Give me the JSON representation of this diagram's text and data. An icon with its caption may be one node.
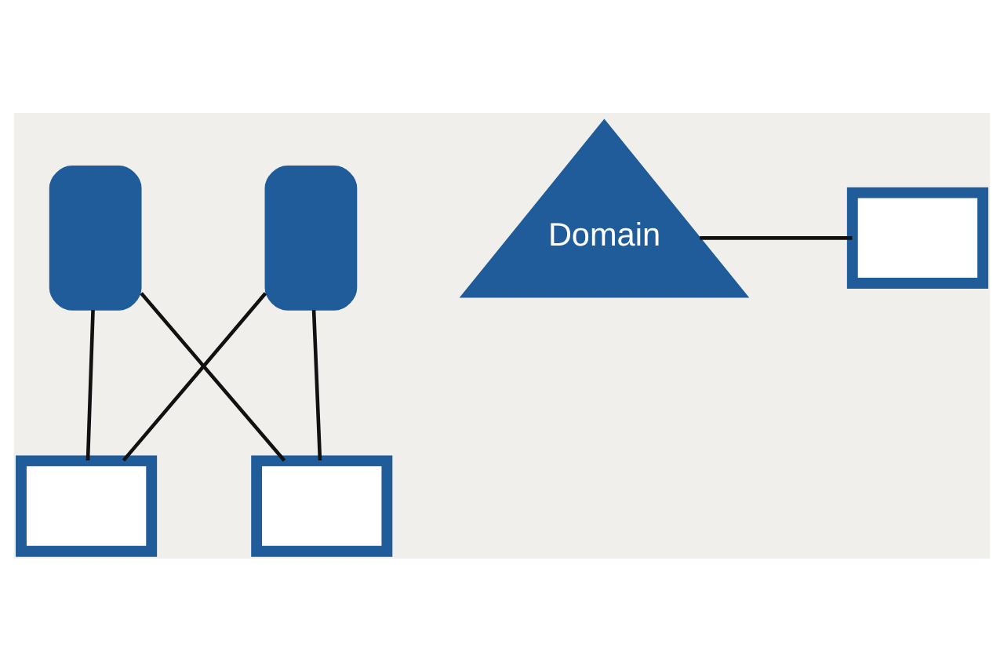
{
  "diagram": {
    "nodes": [
      {
        "text": [],
        "shape": "server"
      },
      {
        "text": [],
        "shape": "server"
      },
      {
        "text": [
          "Domain"
        ]
      },
      {
        "text": [],
        "shape": "monitor"
      },
      {
        "text": [],
        "shape": "monitor"
      },
      {
        "text": [],
        "shape": "monitor"
      }
    ],
    "edges": [
      {
        "from": 0,
        "to": 4,
        "arrow": "none"
      },
      {
        "from": 0,
        "to": 5,
        "arrow": "none"
      },
      {
        "from": 1,
        "to": 4,
        "arrow": "none"
      },
      {
        "from": 1,
        "to": 5,
        "arrow": "none"
      },
      {
        "from": 2,
        "to": 3,
        "arrow": "none"
      }
    ]
  }
}
